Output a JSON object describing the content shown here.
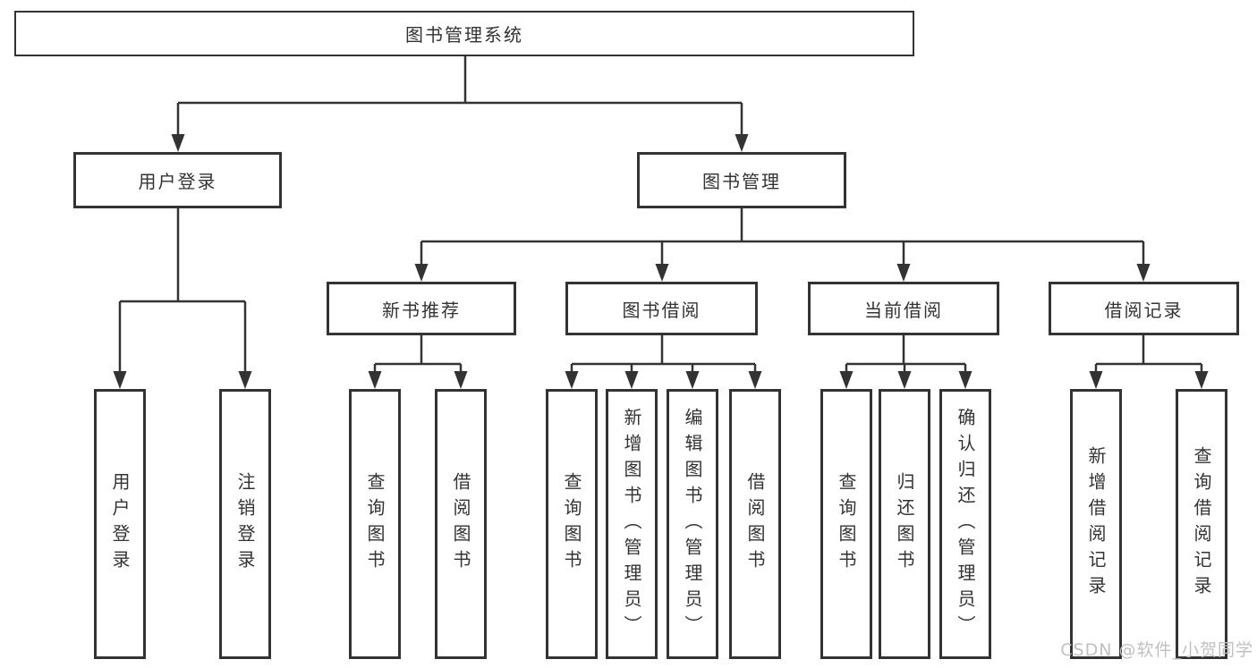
{
  "diagram_title": "图书管理系统",
  "tree": {
    "root": {
      "label": "图书管理系统"
    },
    "branches": [
      {
        "label": "用户登录",
        "children": [
          {
            "label": "用户登录"
          },
          {
            "label": "注销登录"
          }
        ]
      },
      {
        "label": "图书管理",
        "children": [
          {
            "label": "新书推荐",
            "children": [
              {
                "label": "查询图书"
              },
              {
                "label": "借阅图书"
              }
            ]
          },
          {
            "label": "图书借阅",
            "children": [
              {
                "label": "查询图书"
              },
              {
                "label": "新增图书（管理员）"
              },
              {
                "label": "编辑图书（管理员）"
              },
              {
                "label": "借阅图书"
              }
            ]
          },
          {
            "label": "当前借阅",
            "children": [
              {
                "label": "查询图书"
              },
              {
                "label": "归还图书"
              },
              {
                "label": "确认归还（管理员）"
              }
            ]
          },
          {
            "label": "借阅记录",
            "children": [
              {
                "label": "新增借阅记录"
              },
              {
                "label": "查询借阅记录"
              }
            ]
          }
        ]
      }
    ]
  },
  "watermark": "CSDN @软件_小贺同学",
  "colors": {
    "line": "#333333",
    "text": "#333333",
    "box_background": "#ffffff",
    "watermark": "#c0c0c0",
    "background": "#ffffff"
  }
}
